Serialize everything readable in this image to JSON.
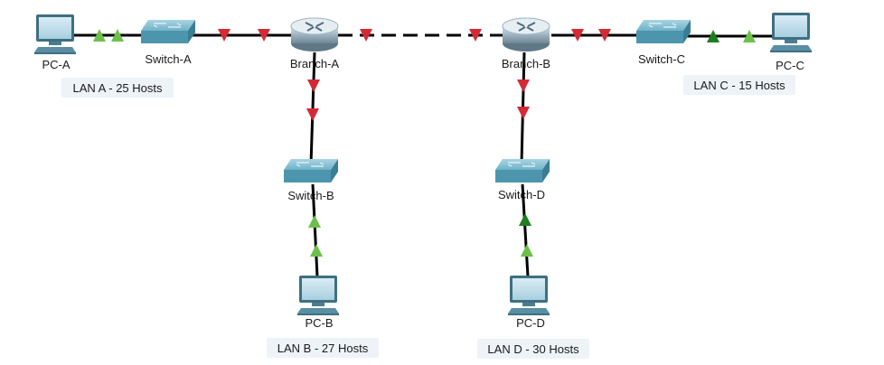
{
  "devices": {
    "pc_a": "PC-A",
    "switch_a": "Switch-A",
    "branch_a": "Branch-A",
    "branch_b": "Branch-B",
    "switch_c": "Switch-C",
    "pc_c": "PC-C",
    "switch_b": "Switch-B",
    "pc_b": "PC-B",
    "switch_d": "Switch-D",
    "pc_d": "PC-D"
  },
  "lans": {
    "lan_a": "LAN A - 25 Hosts",
    "lan_b": "LAN B - 27 Hosts",
    "lan_c": "LAN C - 15 Hosts",
    "lan_d": "LAN D - 30 Hosts"
  },
  "link_status": {
    "pc_a_switch_a": [
      "up",
      "up"
    ],
    "switch_a_branch_a": [
      "down",
      "down"
    ],
    "branch_a_branch_b": [
      "down",
      "down"
    ],
    "branch_b_switch_c": [
      "down",
      "down"
    ],
    "switch_c_pc_c": [
      "up",
      "up"
    ],
    "branch_a_switch_b": [
      "down",
      "down"
    ],
    "switch_b_pc_b": [
      "up",
      "up"
    ],
    "branch_b_switch_d": [
      "down",
      "down"
    ],
    "switch_d_pc_d": [
      "up",
      "up"
    ]
  },
  "colors": {
    "link": "#000000",
    "up": "#6cc04a",
    "up_dark": "#1e7e1e",
    "down": "#d32a36",
    "device": "#5aa6c0",
    "lan_label_bg": "#eef3f8"
  }
}
